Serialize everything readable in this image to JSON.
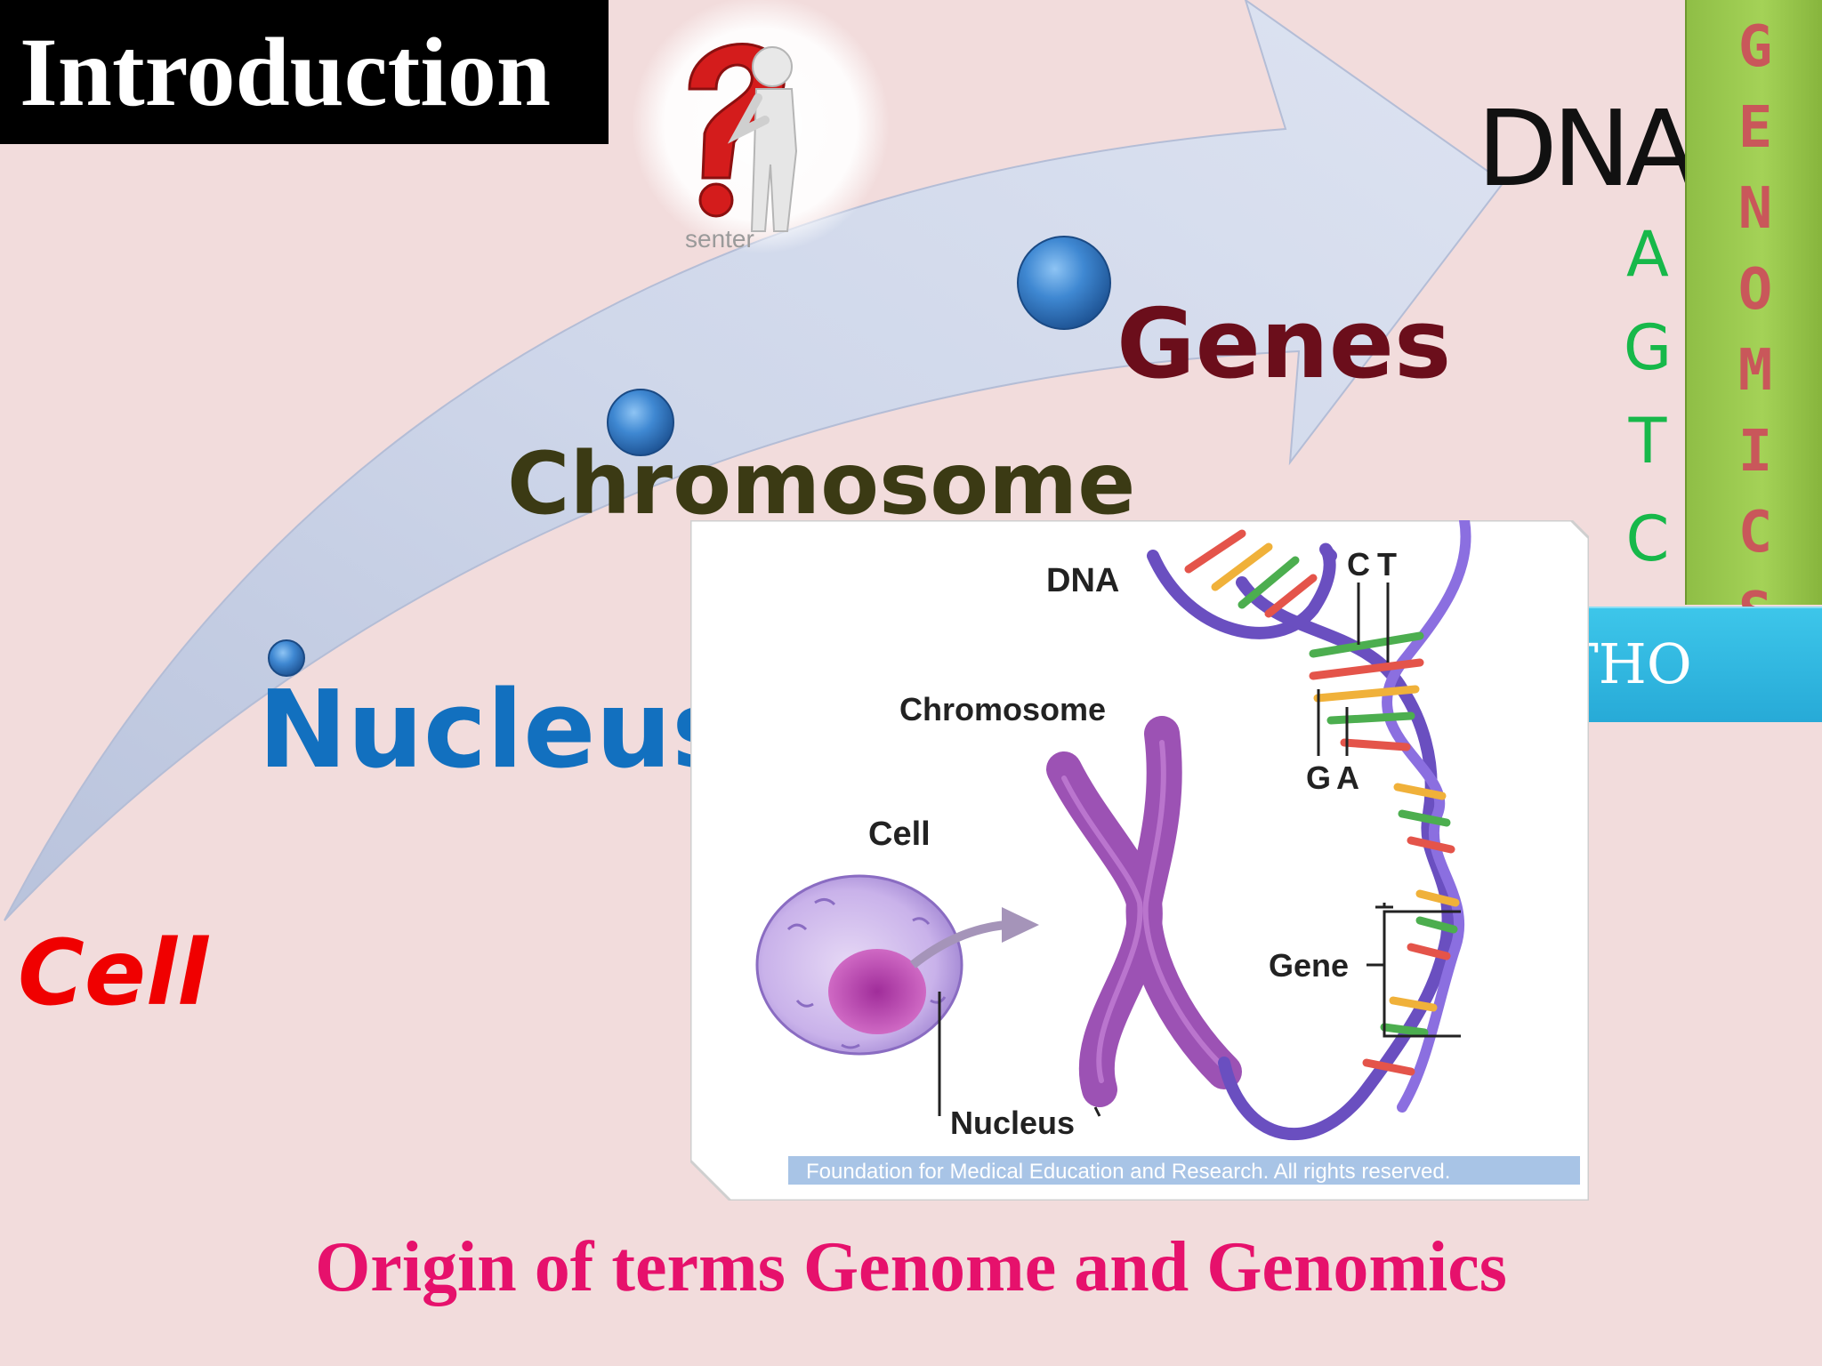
{
  "slide": {
    "title": "Introduction",
    "labels": {
      "cell": "Cell",
      "nucleus": "Nucleus",
      "chromosome": "Chromosome",
      "genes": "Genes"
    },
    "dna": "DNA",
    "bases": [
      "A",
      "G",
      "T",
      "C"
    ],
    "genomics_letters": [
      "G",
      "E",
      "N",
      "O",
      "M",
      "I",
      "C",
      "S"
    ],
    "patho": "PATHO",
    "clipart_watermark": "senter",
    "caption": "Origin of  terms Genome and Genomics"
  },
  "figure": {
    "dna_label": "DNA",
    "base_top_left": "C",
    "base_top_right": "T",
    "chromosome_label": "Chromosome",
    "base_bottom_left": "G",
    "base_bottom_right": "A",
    "cell_label": "Cell",
    "gene_label": "Gene",
    "nucleus_label": "Nucleus",
    "credit": "Foundation for Medical Education and Research. All rights reserved."
  },
  "colors": {
    "background": "#f2dcdc",
    "arrow": "#c9d2e6",
    "cell": "#f00000",
    "nucleus": "#1270bf",
    "chromosome": "#3b3a14",
    "genes": "#6b0e1b",
    "bases": "#17b84a",
    "genomics_bar": "#a4d257",
    "genomics_text": "#c9575a",
    "patho_box": "#2fb6e0",
    "caption": "#e6116c"
  }
}
